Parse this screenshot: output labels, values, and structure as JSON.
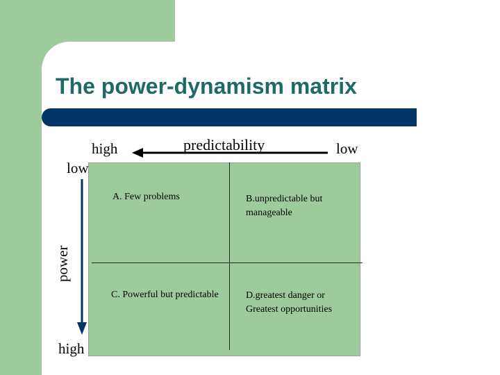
{
  "slide": {
    "title": "The power-dynamism matrix"
  },
  "axes": {
    "horizontal_label": "predictability",
    "horizontal_left_end": "high",
    "horizontal_right_end": "low",
    "vertical_label": "power",
    "vertical_top_end": "low",
    "vertical_bottom_end": "high"
  },
  "quadrants": [
    {
      "text": "A. Few problems"
    },
    {
      "text": "B.unpredictable but manageable"
    },
    {
      "text": "C. Powerful but predictable"
    },
    {
      "text": "D.greatest danger or Greatest opportunities"
    }
  ],
  "colors": {
    "accent_green": "#9dcb9b",
    "title_teal": "#1e6b66",
    "bar_navy": "#003466"
  }
}
